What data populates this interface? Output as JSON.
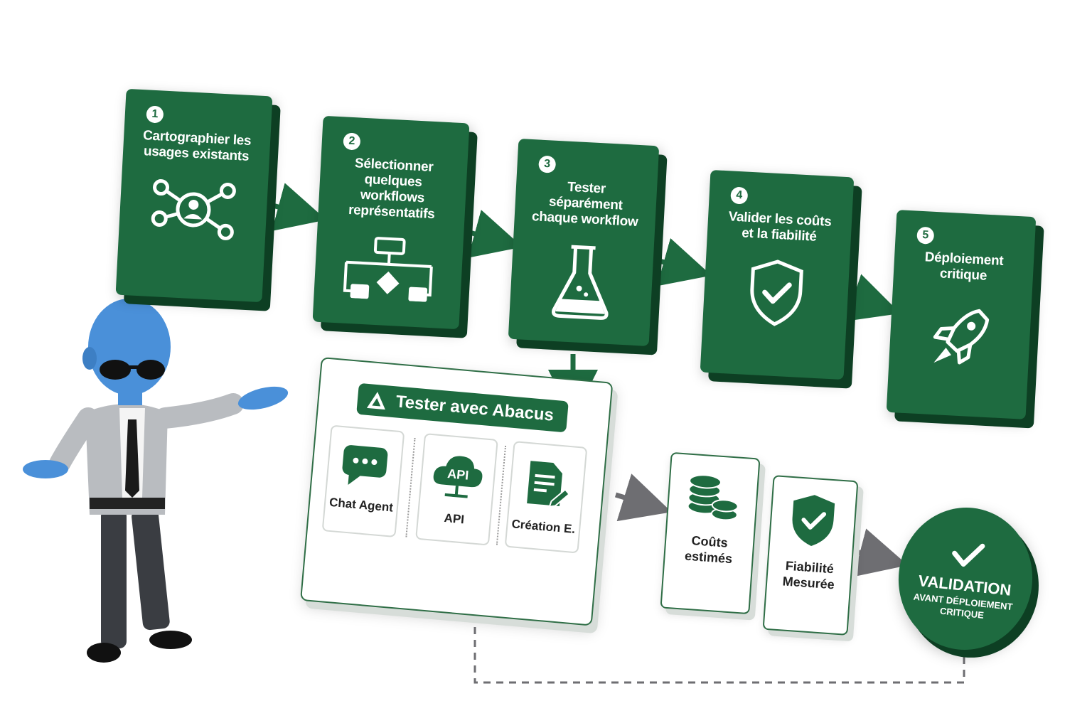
{
  "steps": [
    {
      "num": "1",
      "title": "Cartographier les usages existants",
      "icon": "network-user-icon"
    },
    {
      "num": "2",
      "title": "Sélectionner quelques workflows représentatifs",
      "icon": "workflow-icon"
    },
    {
      "num": "3",
      "title": "Tester séparément chaque workflow",
      "icon": "flask-icon"
    },
    {
      "num": "4",
      "title": "Valider les coûts et la fiabilité",
      "icon": "shield-check-icon"
    },
    {
      "num": "5",
      "title": "Déploiement critique",
      "icon": "rocket-icon"
    }
  ],
  "panel": {
    "title": "Tester avec Abacus AI",
    "tools": [
      {
        "label": "Chat Agent",
        "icon": "chat-icon"
      },
      {
        "label": "API",
        "badge": "API",
        "icon": "cloud-api-icon"
      },
      {
        "label": "Création E.",
        "icon": "document-edit-icon"
      }
    ]
  },
  "results": {
    "cost": {
      "label": "Coûts estimés",
      "icon": "coins-icon"
    },
    "reliability": {
      "label": "Fiabilité Mesurée",
      "icon": "shield-check-icon"
    }
  },
  "validation": {
    "title": "VALIDATION",
    "subtitle": "AVANT DÉPLOIEMENT CRITIQUE",
    "icon": "checkmark-icon"
  },
  "colors": {
    "primary": "#1e6b40",
    "dark": "#0d3f23",
    "arrow": "#6e6e72",
    "figure_skin": "#4a90d9"
  }
}
